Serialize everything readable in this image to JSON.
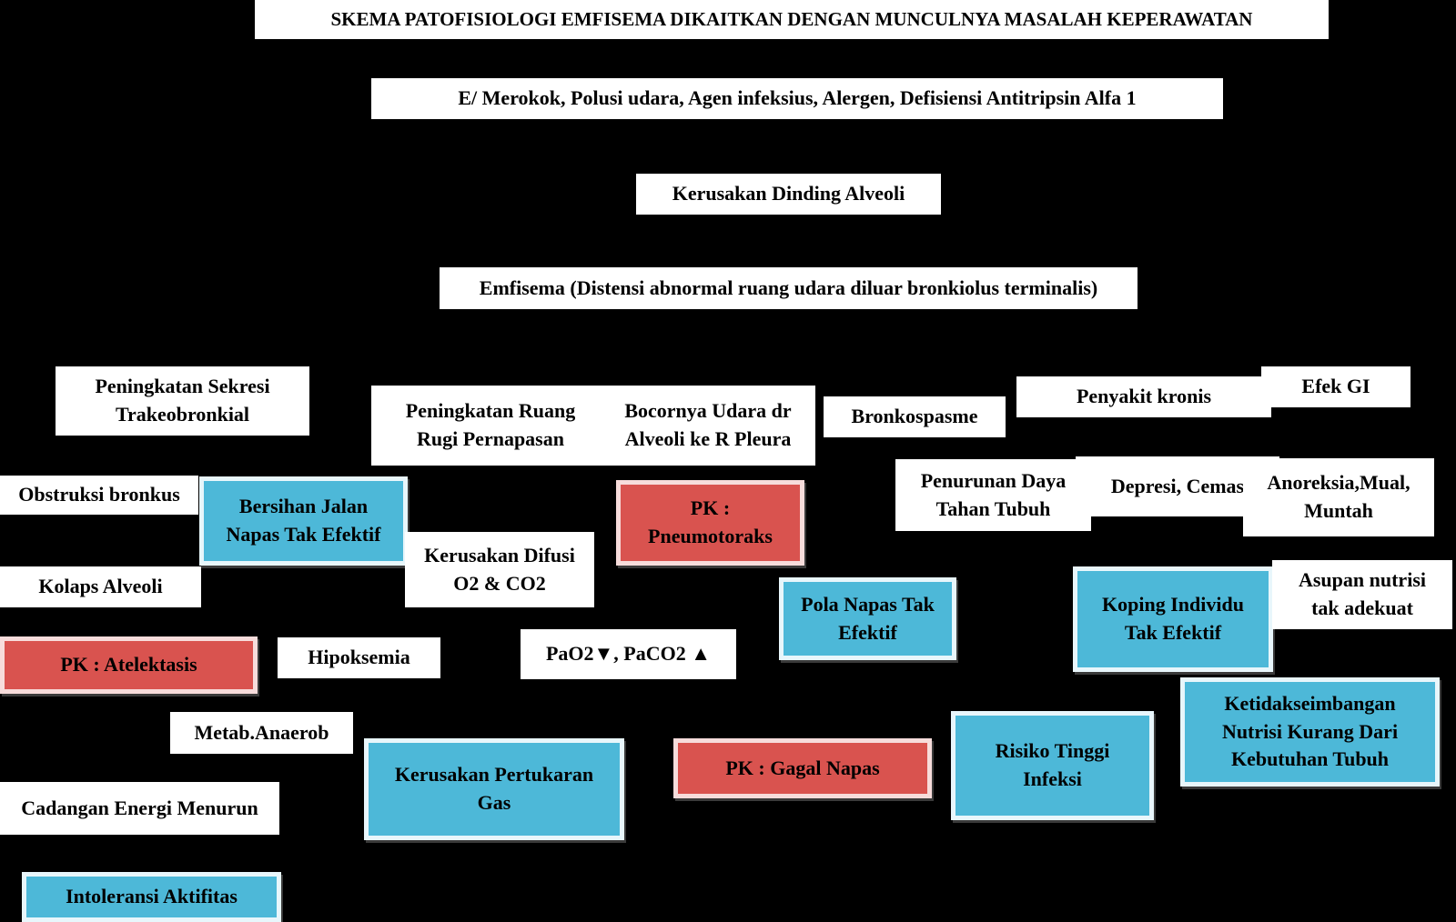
{
  "title": "SKEMA PATOFISIOLOGI EMFISEMA DIKAITKAN DENGAN MUNCULNYA MASALAH KEPERAWATAN",
  "etiology": "E/ Merokok, Polusi udara, Agen infeksius, Alergen, Defisiensi Antitripsin Alfa 1",
  "alveolar_damage": "Kerusakan Dinding Alveoli",
  "emphysema": "Emfisema (Distensi abnormal ruang udara diluar bronkiolus terminalis)",
  "nodes": {
    "secretion": "Peningkatan Sekresi Trakeobronkial",
    "dead_space": "Peningkatan Ruang Rugi Pernapasan",
    "air_leak": "Bocornya Udara dr Alveoli ke R Pleura",
    "bronchospasm": "Bronkospasme",
    "chronic": "Penyakit kronis",
    "gi_effect": "Efek GI",
    "obstruction": "Obstruksi bronkus",
    "collapse": "Kolaps Alveoli",
    "diffusion": "Kerusakan Difusi O2 & CO2",
    "immunity": "Penurunan Daya Tahan Tubuh",
    "depression": "Depresi, Cemas",
    "anorexia": "Anoreksia,Mual, Muntah",
    "nutrition_intake": "Asupan nutrisi tak adekuat",
    "hypoxemia": "Hipoksemia",
    "blood_gas": "PaO2▼, PaCO2 ▲",
    "anaerob": "Metab.Anaerob",
    "energy": "Cadangan Energi Menurun"
  },
  "nursing_problems": {
    "airway": "Bersihan Jalan Napas Tak Efektif",
    "breathing_pattern": "Pola Napas Tak Efektif",
    "coping": "Koping Individu Tak Efektif",
    "nutrition": "Ketidakseimbangan Nutrisi Kurang Dari Kebutuhan Tubuh",
    "gas_exchange": "Kerusakan Pertukaran Gas",
    "infection": "Risiko Tinggi Infeksi",
    "activity": "Intoleransi Aktifitas"
  },
  "collaborative_problems": {
    "pneumothorax": "PK : Pneumotoraks",
    "atelectasis": "PK : Atelektasis",
    "respiratory_failure": "PK : Gagal Napas"
  },
  "colors": {
    "background": "#000000",
    "plain": "#ffffff",
    "nursing": "#4db8d8",
    "collaborative": "#d9534f"
  }
}
